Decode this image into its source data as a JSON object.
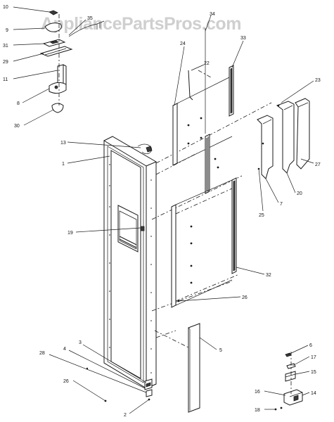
{
  "watermark": "AppliancePartsPros.com",
  "callouts": [
    "10",
    "9",
    "35",
    "31",
    "29",
    "11",
    "8",
    "30",
    "24",
    "22",
    "34",
    "33",
    "23",
    "13",
    "1",
    "19",
    "3",
    "4",
    "28",
    "26",
    "2",
    "5",
    "32",
    "26",
    "7",
    "25",
    "20",
    "27",
    "6",
    "17",
    "15",
    "16",
    "14",
    "18"
  ]
}
